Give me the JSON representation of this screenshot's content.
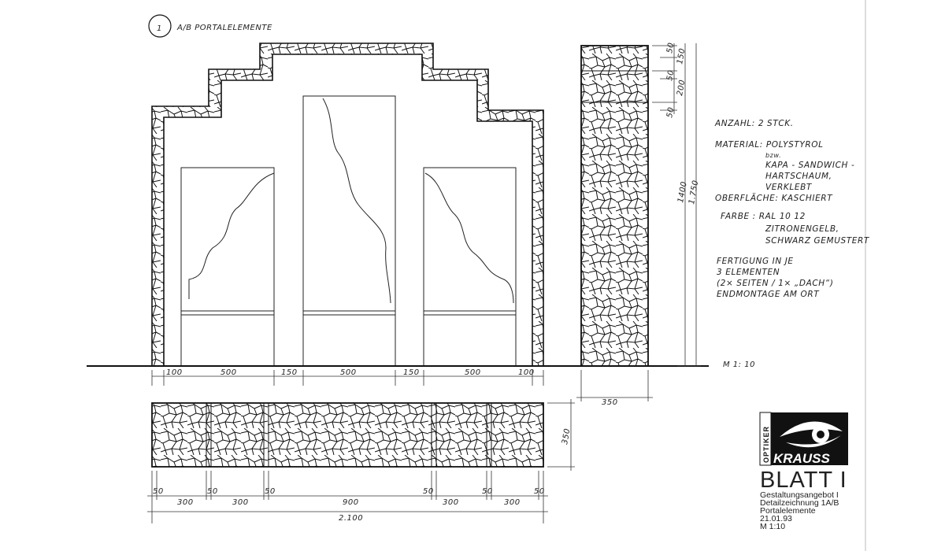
{
  "title": {
    "number": "1",
    "text": "A/B PORTALELEMENTE"
  },
  "notes": {
    "anzahl": "ANZAHL: 2 STCK.",
    "material": [
      "MATERIAL: POLYSTYROL",
      "bzw.",
      "KAPA - SANDWICH -",
      "HARTSCHAUM,",
      "VERKLEBT"
    ],
    "oberflaeche": "OBERFLÄCHE: KASCHIERT",
    "farbe": [
      "FARBE : RAL 10 12",
      "ZITRONENGELB,",
      "SCHWARZ GEMUSTERT"
    ],
    "fertigung": [
      "FERTIGUNG IN JE",
      "3 ELEMENTEN",
      "(2× SEITEN / 1× „DACH“)",
      "ENDMONTAGE AM ORT"
    ]
  },
  "scale_note": "M 1: 10",
  "front_dims": [
    "100",
    "500",
    "150",
    "500",
    "150",
    "500",
    "100"
  ],
  "side_dims": {
    "top": [
      "50",
      "150",
      "50",
      "200",
      "50"
    ],
    "height_inner": "1400",
    "height_total": "1.750",
    "depth": "350"
  },
  "plan_dims": {
    "segments": [
      "50",
      "300",
      "50",
      "300",
      "50",
      "900",
      "50",
      "300",
      "50",
      "300",
      "50"
    ],
    "total": "2.100",
    "depth": "350"
  },
  "logo": {
    "top": "OPTIKER",
    "name": "KRAUSS"
  },
  "title_block": {
    "sheet": "BLATT I",
    "lines": [
      "Gestaltungsangebot I",
      "Detailzeichnung 1A/B",
      "Portalelemente",
      "21.01.93",
      "M 1:10"
    ]
  }
}
